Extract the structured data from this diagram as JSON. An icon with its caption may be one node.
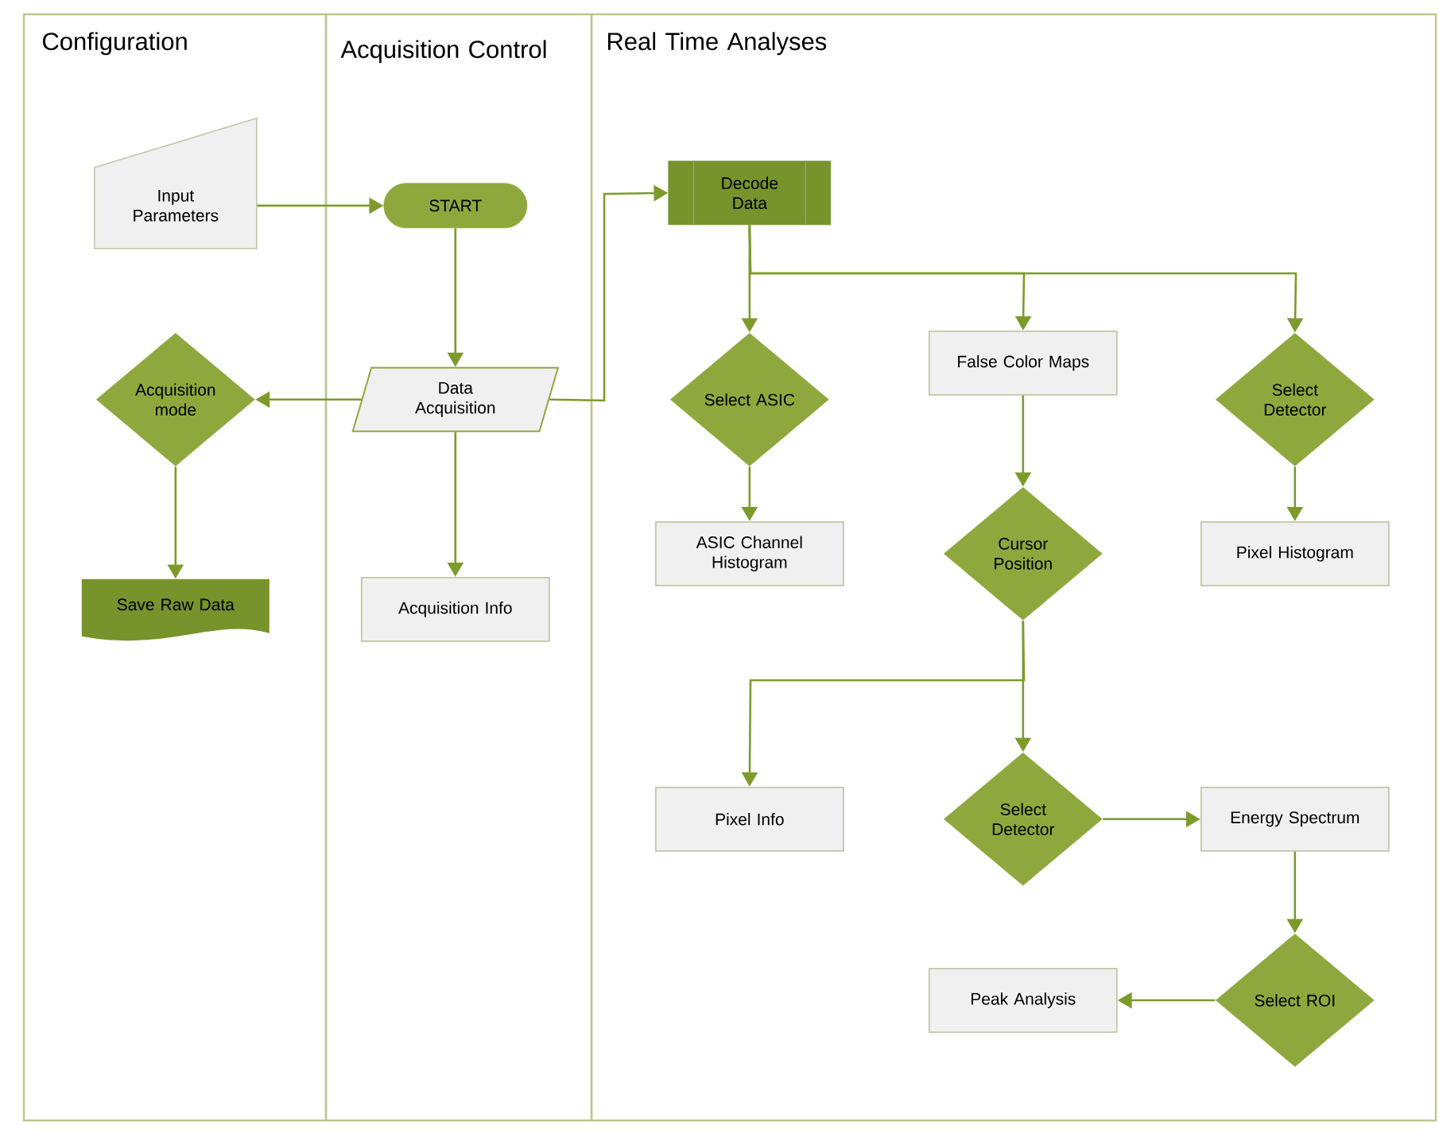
{
  "diagram": {
    "nodes": [
      {
        "text": [
          "Configuration"
        ]
      },
      {
        "text": [
          "Acquisition Control"
        ]
      },
      {
        "text": [
          "Real Time Analyses"
        ]
      },
      {
        "text": [
          "Input Parameters"
        ],
        "in": 0
      },
      {
        "text": [
          "START"
        ],
        "in": 1
      },
      {
        "text": [
          "Data Acquisition"
        ],
        "in": 1
      },
      {
        "text": [
          "Acquisition mode"
        ],
        "in": 0
      },
      {
        "text": [
          "Save Raw Data"
        ],
        "in": 0
      },
      {
        "text": [
          "Acquisition Info"
        ],
        "in": 1
      },
      {
        "text": [
          "Decode Data"
        ],
        "in": 2
      },
      {
        "text": [
          "Select ASIC"
        ],
        "in": 2
      },
      {
        "text": [
          "False Color Maps"
        ],
        "in": 2
      },
      {
        "text": [
          "Select Detector"
        ],
        "in": 2
      },
      {
        "text": [
          "ASIC Channel Histogram"
        ],
        "in": 2
      },
      {
        "text": [
          "Cursor Position"
        ],
        "in": 2
      },
      {
        "text": [
          "Pixel Histogram"
        ],
        "in": 2
      },
      {
        "text": [
          "Pixel Info"
        ],
        "in": 2
      },
      {
        "text": [
          "Select Detector"
        ],
        "in": 2
      },
      {
        "text": [
          "Energy Spectrum"
        ],
        "in": 2
      },
      {
        "text": [
          "Peak Analysis"
        ],
        "in": 2
      },
      {
        "text": [
          "Select ROI"
        ],
        "in": 2
      }
    ],
    "edges": [
      {
        "from": 3,
        "to": 4,
        "arrow": "to"
      },
      {
        "from": 4,
        "to": 5,
        "arrow": "to"
      },
      {
        "from": 5,
        "to": 6,
        "arrow": "to"
      },
      {
        "from": 5,
        "to": 9,
        "arrow": "to"
      },
      {
        "from": 5,
        "to": 8,
        "arrow": "to"
      },
      {
        "from": 6,
        "to": 7,
        "arrow": "to"
      },
      {
        "from": 9,
        "to": 10,
        "arrow": "to"
      },
      {
        "from": 9,
        "to": 11,
        "arrow": "to"
      },
      {
        "from": 9,
        "to": 12,
        "arrow": "to"
      },
      {
        "from": 10,
        "to": 13,
        "arrow": "to"
      },
      {
        "from": 11,
        "to": 14,
        "arrow": "to"
      },
      {
        "from": 12,
        "to": 15,
        "arrow": "to"
      },
      {
        "from": 14,
        "to": 16,
        "arrow": "to"
      },
      {
        "from": 14,
        "to": 17,
        "arrow": "to"
      },
      {
        "from": 17,
        "to": 18,
        "arrow": "to"
      },
      {
        "from": 18,
        "to": 20,
        "arrow": "to"
      },
      {
        "from": 20,
        "to": 19,
        "arrow": "to"
      }
    ]
  }
}
